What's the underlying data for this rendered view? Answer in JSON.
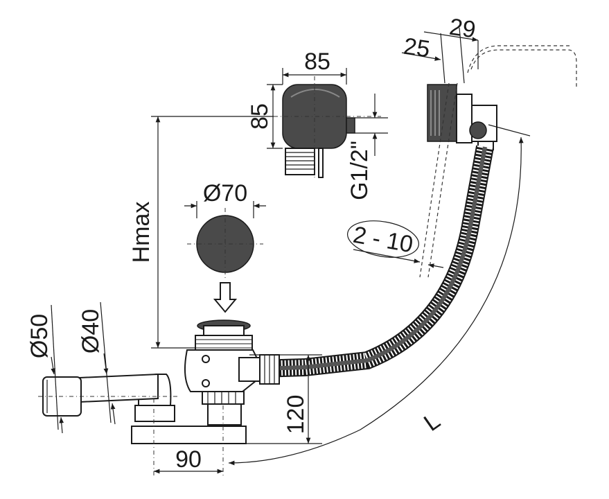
{
  "dimensions": {
    "overflow_width": "85",
    "overflow_height": "85",
    "thread": "G1/2\"",
    "plug_diameter": "Ø70",
    "height_max": "Hmax",
    "wall_range": "2 - 10",
    "outer_25": "25",
    "outer_29": "29",
    "outlet_50": "Ø50",
    "outlet_40": "Ø40",
    "trap_height": "120",
    "trap_offset": "90",
    "length": "L"
  },
  "colors": {
    "line": "#1a1a1a",
    "fill_dark": "#4a4a4a",
    "background": "#ffffff"
  }
}
